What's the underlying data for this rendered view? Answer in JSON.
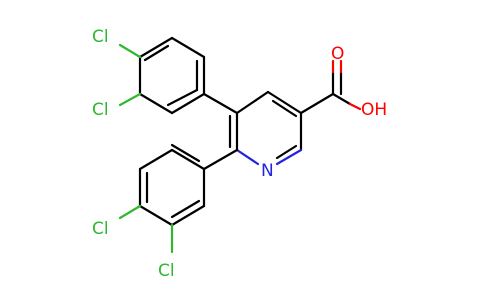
{
  "molecule": {
    "atom_labels": {
      "cl_top_1": "Cl",
      "cl_top_2": "Cl",
      "cl_bottom_1": "Cl",
      "cl_bottom_2": "Cl",
      "nitrogen": "N",
      "carbonyl_oxygen": "O",
      "hydroxyl": "OH"
    },
    "colors": {
      "bond": "#000000",
      "chlorine": "#2fb82f",
      "oxygen": "#ff0000",
      "nitrogen": "#2323e0"
    }
  }
}
